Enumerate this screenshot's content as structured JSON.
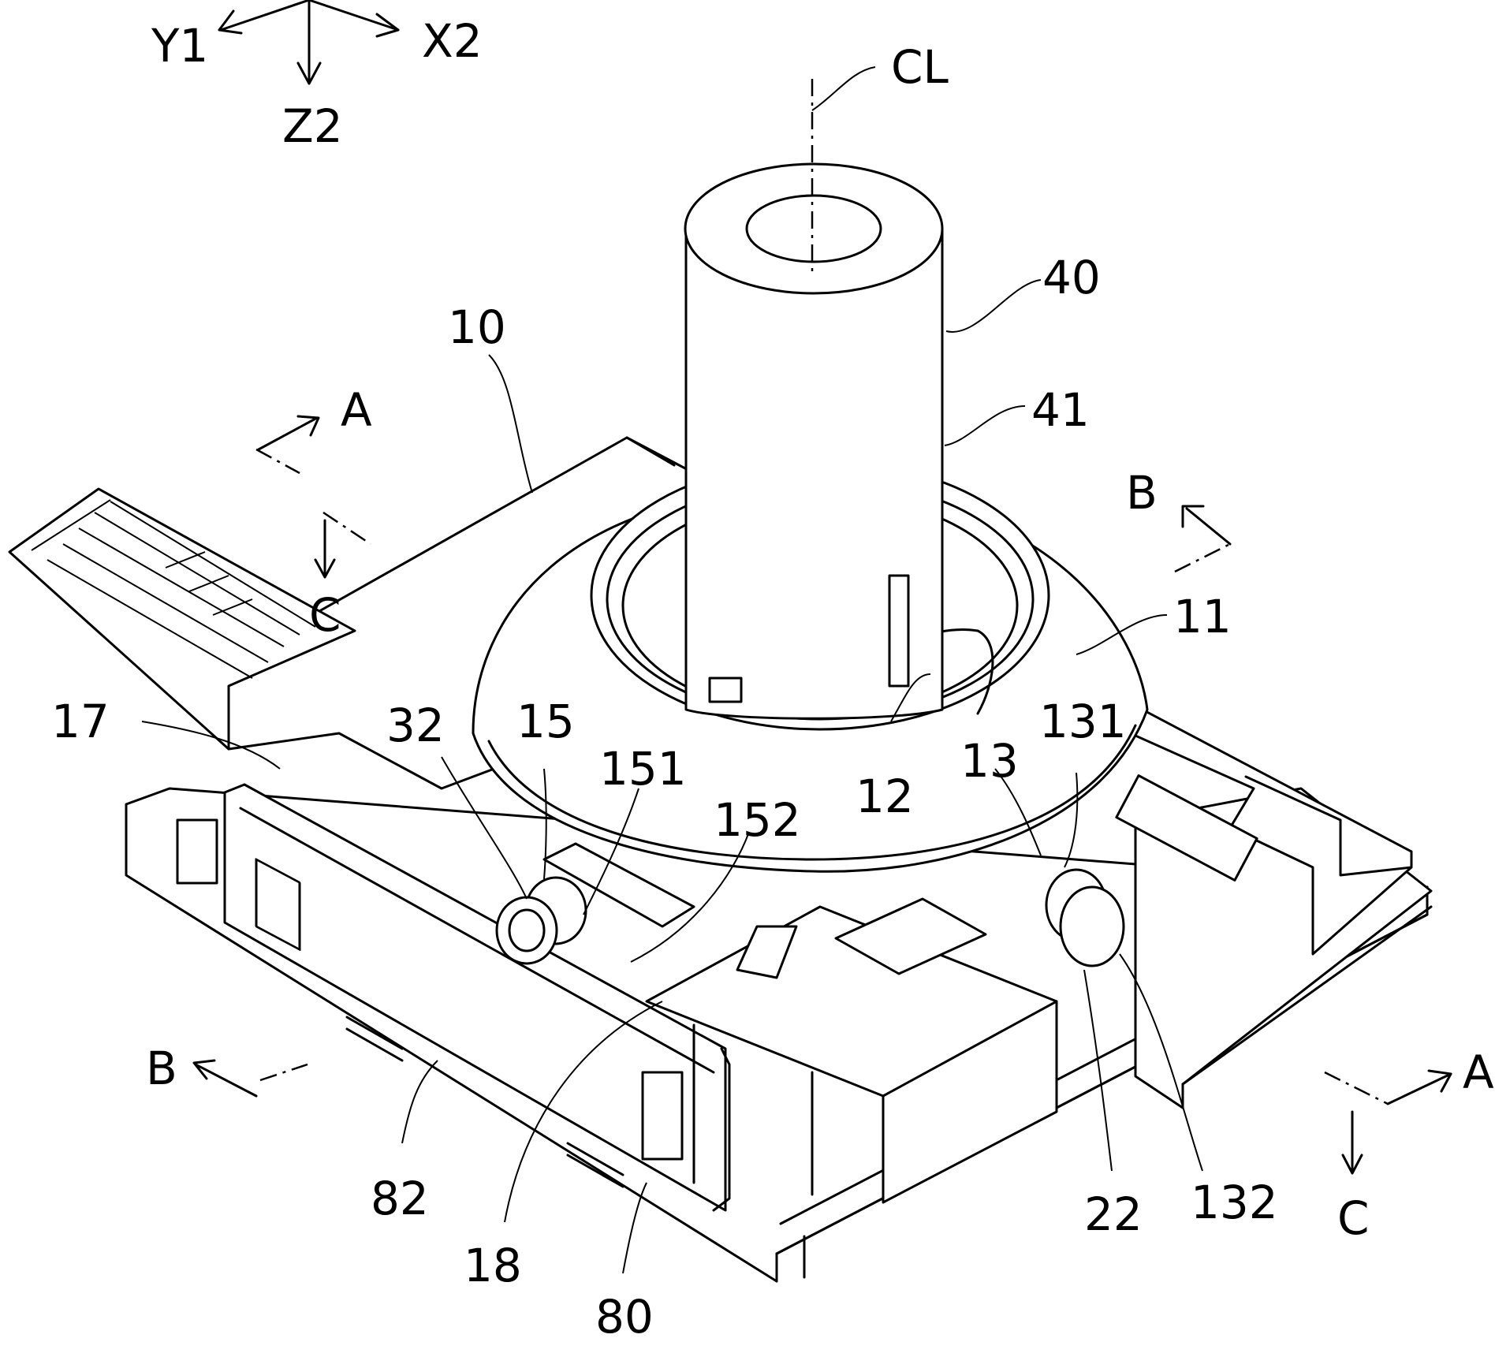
{
  "axes": {
    "y1": "Y1",
    "x2": "X2",
    "z2": "Z2"
  },
  "centerline": "CL",
  "parts": {
    "p40": "40",
    "p41": "41",
    "p10": "10",
    "p11": "11",
    "p12": "12",
    "p13": "13",
    "p131": "131",
    "p132": "132",
    "p15": "15",
    "p151": "151",
    "p152": "152",
    "p17": "17",
    "p18": "18",
    "p22": "22",
    "p32": "32",
    "p80": "80",
    "p82": "82"
  },
  "sections": {
    "a_top": "A",
    "a_bottom": "A",
    "b_left": "B",
    "b_right": "B",
    "c_left": "C",
    "c_right": "C"
  }
}
